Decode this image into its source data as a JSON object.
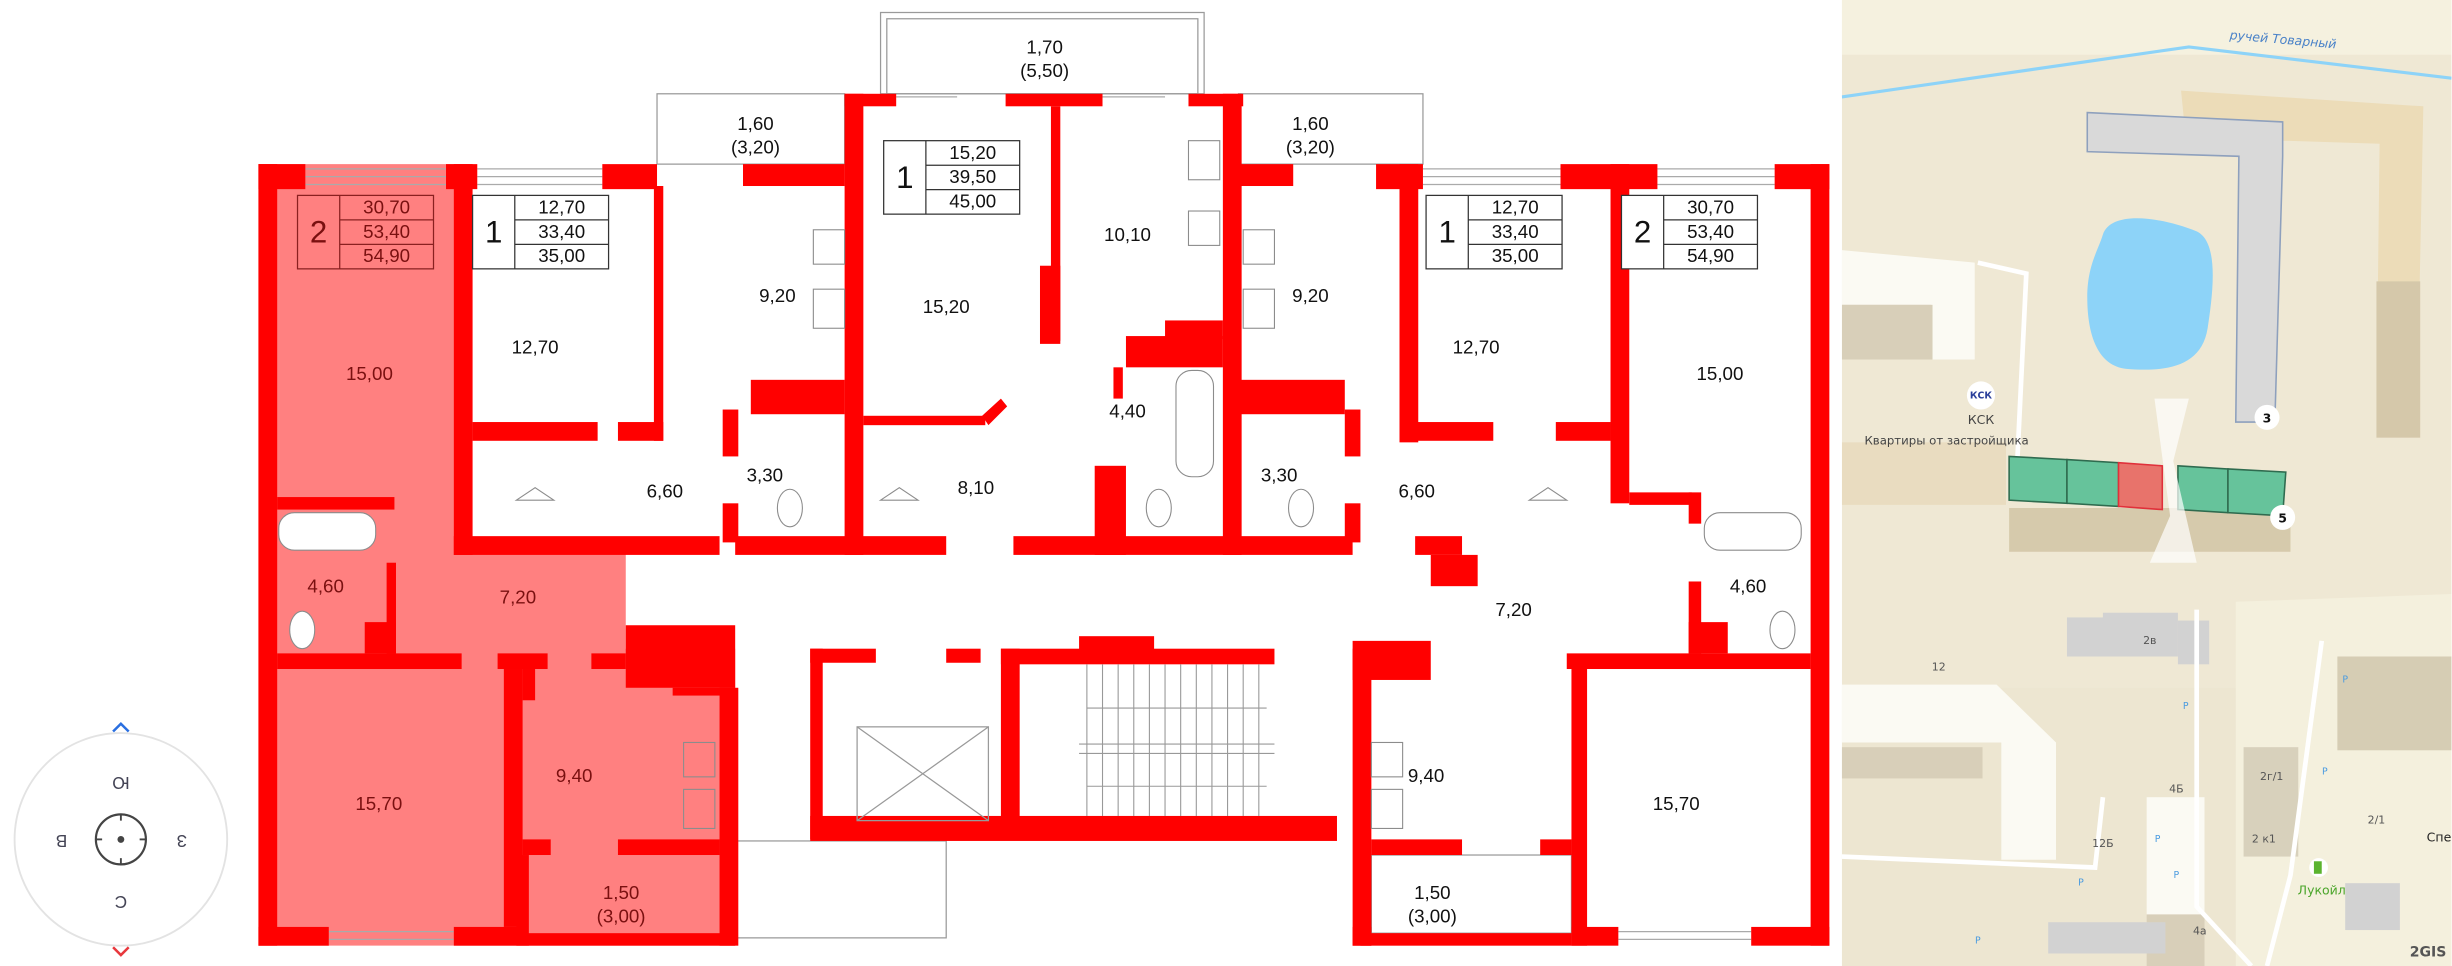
{
  "colors": {
    "wall": "#ff0000",
    "selected_apartment": "#ff8080",
    "map_bg": "#efe8d4",
    "water": "#8dd3f8",
    "section_available": "#66c39b",
    "section_selected": "#e8736b"
  },
  "compass": {
    "top": "Ю",
    "bottom": "С",
    "left": "В",
    "right": "З",
    "up_arrow": "chevron-up-icon",
    "down_arrow": "chevron-down-icon"
  },
  "plan": {
    "balconies": {
      "top_center": {
        "area": "1,70",
        "full": "(5,50)"
      },
      "top_left": {
        "area": "1,60",
        "full": "(3,20)"
      },
      "top_right": {
        "area": "1,60",
        "full": "(3,20)"
      },
      "bottom_left": {
        "area": "1,50",
        "full": "(3,00)"
      },
      "bottom_right": {
        "area": "1,50",
        "full": "(3,00)"
      }
    },
    "apartments": [
      {
        "rooms": "2",
        "living": "30,70",
        "total": "53,40",
        "with_balcony": "54,90",
        "selected": true
      },
      {
        "rooms": "1",
        "living": "12,70",
        "total": "33,40",
        "with_balcony": "35,00"
      },
      {
        "rooms": "1",
        "living": "15,20",
        "total": "39,50",
        "with_balcony": "45,00"
      },
      {
        "rooms": "1",
        "living": "12,70",
        "total": "33,40",
        "with_balcony": "35,00"
      },
      {
        "rooms": "2",
        "living": "30,70",
        "total": "53,40",
        "with_balcony": "54,90"
      }
    ],
    "rooms": {
      "a1_room1": "15,00",
      "a1_bath": "4,60",
      "a1_hall": "7,20",
      "a1_room2": "15,70",
      "a1_kitchen": "9,40",
      "a2_room": "12,70",
      "a2_kitchen": "9,20",
      "a2_hall": "6,60",
      "a2_bath": "3,30",
      "a3_room": "15,20",
      "a3_kitchen": "10,10",
      "a3_bath": "4,40",
      "a3_hall": "8,10",
      "a4_bath": "3,30",
      "a4_kitchen": "9,20",
      "a4_room": "12,70",
      "a4_hall": "6,60",
      "a5_room1": "15,00",
      "a5_hall": "7,20",
      "a5_bath": "4,60",
      "a5_kitchen": "9,40",
      "a5_room2": "15,70"
    }
  },
  "map": {
    "stream": "ручей Товарный",
    "poi_name": "КСК",
    "poi_subtitle": "Квартиры от застройщика",
    "poi_logo": "КСК",
    "building_badges": [
      "3",
      "5"
    ],
    "buildings": [
      "12",
      "2в",
      "2г/1",
      "2/1",
      "2 к1",
      "4Б",
      "12Б",
      "4а"
    ],
    "fuel_station": "Лукойл",
    "street_partial": "Спе",
    "parking_label": "P",
    "brand": "2GIS"
  }
}
